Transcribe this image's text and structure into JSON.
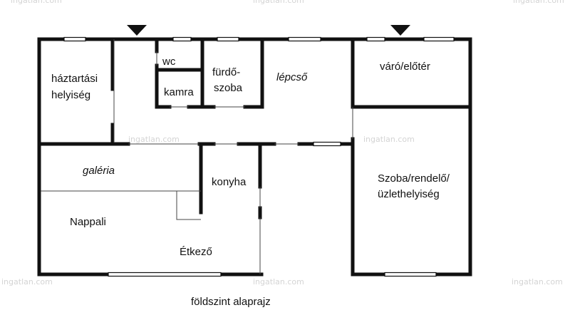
{
  "plan": {
    "rooms": {
      "haztartasi_line1": "háztartási",
      "haztartasi_line2": "helyiség",
      "wc": "wc",
      "kamra": "kamra",
      "furdo_line1": "fürdő-",
      "furdo_line2": "szoba",
      "lepcso": "lépcső",
      "varo": "váró/előtér",
      "galeria": "galéria",
      "konyha": "konyha",
      "nappali": "Nappali",
      "etkezo": "Étkező",
      "szoba_line1": "Szoba/rendelő/",
      "szoba_line2": "üzlethelyiség"
    },
    "caption": "földszint alaprajz"
  },
  "watermark": {
    "text": "ingatlan.com"
  },
  "colors": {
    "wall": "#111111",
    "window": "#ffffff",
    "thin_line": "#444444",
    "background": "#ffffff"
  }
}
